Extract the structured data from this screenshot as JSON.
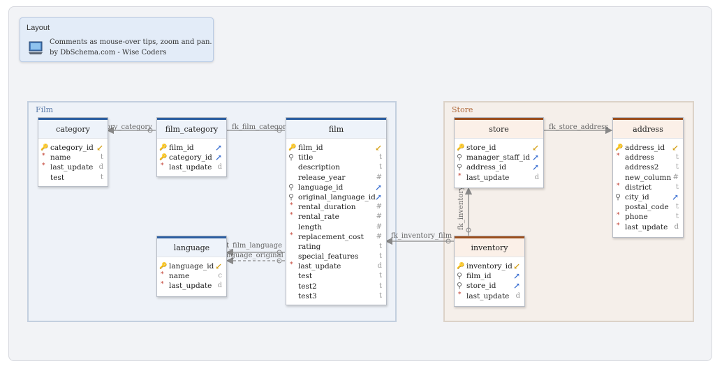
{
  "layout_note": {
    "title": "Layout",
    "line1": "Comments as mouse-over tips, zoom and pan.",
    "line2": "by DbSchema.com - Wise Coders",
    "icon": "monitor-icon"
  },
  "groups": {
    "film": "Film",
    "store": "Store"
  },
  "colors": {
    "film_accent": "#2c5ea0",
    "store_accent": "#9a4e1d",
    "pk_arrow": "#d4a017",
    "fk_arrow": "#3b6fd1"
  },
  "tables": {
    "category": {
      "name": "category",
      "columns": [
        {
          "n": "category_id",
          "t": ""
        },
        {
          "n": "name",
          "t": "t"
        },
        {
          "n": "last_update",
          "t": "d"
        },
        {
          "n": "test",
          "t": "t"
        }
      ]
    },
    "film_category": {
      "name": "film_category",
      "columns": [
        {
          "n": "film_id",
          "t": ""
        },
        {
          "n": "category_id",
          "t": ""
        },
        {
          "n": "last_update",
          "t": "d"
        }
      ]
    },
    "film": {
      "name": "film",
      "columns": [
        {
          "n": "film_id",
          "t": ""
        },
        {
          "n": "title",
          "t": "t"
        },
        {
          "n": "description",
          "t": "t"
        },
        {
          "n": "release_year",
          "t": "#"
        },
        {
          "n": "language_id",
          "t": ""
        },
        {
          "n": "original_language_id",
          "t": ""
        },
        {
          "n": "rental_duration",
          "t": "#"
        },
        {
          "n": "rental_rate",
          "t": "#"
        },
        {
          "n": "length",
          "t": "#"
        },
        {
          "n": "replacement_cost",
          "t": "#"
        },
        {
          "n": "rating",
          "t": "t"
        },
        {
          "n": "special_features",
          "t": "t"
        },
        {
          "n": "last_update",
          "t": "d"
        },
        {
          "n": "test",
          "t": "t"
        },
        {
          "n": "test2",
          "t": "t"
        },
        {
          "n": "test3",
          "t": "t"
        }
      ]
    },
    "language": {
      "name": "language",
      "columns": [
        {
          "n": "language_id",
          "t": ""
        },
        {
          "n": "name",
          "t": "c"
        },
        {
          "n": "last_update",
          "t": "d"
        }
      ]
    },
    "store": {
      "name": "store",
      "columns": [
        {
          "n": "store_id",
          "t": ""
        },
        {
          "n": "manager_staff_id",
          "t": ""
        },
        {
          "n": "address_id",
          "t": ""
        },
        {
          "n": "last_update",
          "t": "d"
        }
      ]
    },
    "address": {
      "name": "address",
      "columns": [
        {
          "n": "address_id",
          "t": ""
        },
        {
          "n": "address",
          "t": "t"
        },
        {
          "n": "address2",
          "t": "t"
        },
        {
          "n": "new_column",
          "t": "#"
        },
        {
          "n": "district",
          "t": "t"
        },
        {
          "n": "city_id",
          "t": ""
        },
        {
          "n": "postal_code",
          "t": "t"
        },
        {
          "n": "phone",
          "t": "t"
        },
        {
          "n": "last_update",
          "t": "d"
        }
      ]
    },
    "inventory": {
      "name": "inventory",
      "columns": [
        {
          "n": "inventory_id",
          "t": ""
        },
        {
          "n": "film_id",
          "t": ""
        },
        {
          "n": "store_id",
          "t": ""
        },
        {
          "n": "last_update",
          "t": "d"
        }
      ]
    }
  },
  "edge_labels": {
    "fk_film_category_category": "ory_category",
    "fk_film_category_film": "fk_film_category",
    "fk_film_language": "t_film_language",
    "fk_film_language_original": "nguage_original",
    "fk_store_address": "fk_store_address",
    "fk_inventory_film": "fk_inventory_film",
    "fk_inventory_store": "fk_inventory"
  }
}
